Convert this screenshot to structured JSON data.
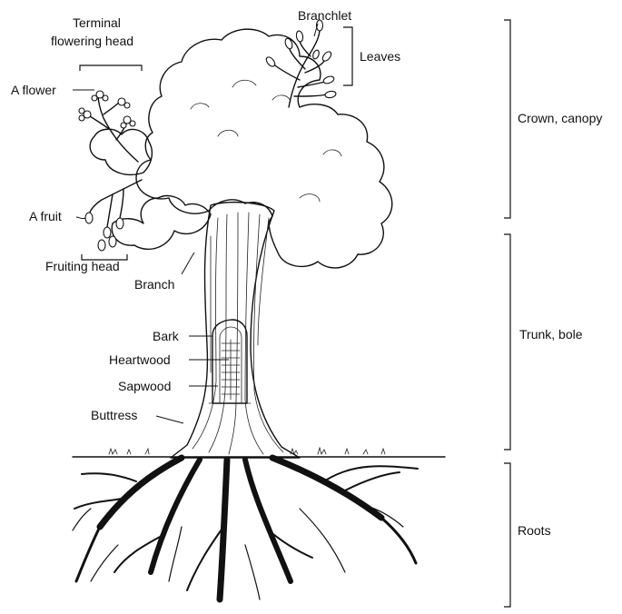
{
  "labels": {
    "terminal_flowering_head_line1": "Terminal",
    "terminal_flowering_head_line2": "flowering head",
    "a_flower": "A flower",
    "a_fruit": "A fruit",
    "fruiting_head": "Fruiting head",
    "branch": "Branch",
    "branchlet": "Branchlet",
    "leaves": "Leaves",
    "bark": "Bark",
    "heartwood": "Heartwood",
    "sapwood": "Sapwood",
    "buttress": "Buttress"
  },
  "regions": {
    "crown": "Crown, canopy",
    "trunk": "Trunk, bole",
    "roots": "Roots"
  }
}
